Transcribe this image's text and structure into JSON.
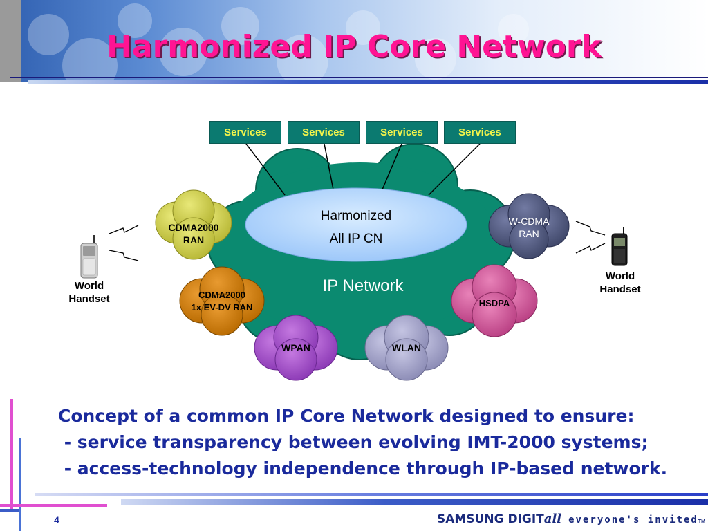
{
  "title": "Harmonized IP Core Network",
  "services": [
    "Services",
    "Services",
    "Services",
    "Services"
  ],
  "core": {
    "line1": "Harmonized",
    "line2": "All IP CN",
    "network": "IP Network"
  },
  "access_networks": {
    "cdma2000_ran": [
      "CDMA2000",
      "RAN"
    ],
    "cdma2000_evdv": [
      "CDMA2000",
      "1x EV-DV RAN"
    ],
    "wpan": "WPAN",
    "wlan": "WLAN",
    "hsdpa": "HSDPA",
    "wcdma_ran": [
      "W-CDMA",
      "RAN"
    ]
  },
  "handsets": {
    "left": [
      "World",
      "Handset"
    ],
    "right": [
      "World",
      "Handset"
    ]
  },
  "concept": {
    "line1": "Concept of a common IP Core Network designed to ensure:",
    "line2": " - service transparency between evolving IMT-2000 systems;",
    "line3": " - access-technology independence through IP-based network."
  },
  "footer": {
    "page_number": "4",
    "brand_name": "SAMSUNG DIGIT",
    "brand_suffix": "all",
    "tagline": "everyone's invited",
    "trademark": "TM"
  },
  "colors": {
    "title": "#ff1493",
    "ip_cloud": "#0b8a70",
    "core_ellipse": "#a8d0ff",
    "service_box": "#0b7a70",
    "service_text": "#f5f54a",
    "cdma_ran": "#c8c848",
    "cdma_evdv": "#cc7a10",
    "wpan": "#a050c8",
    "wlan": "#a0a0c8",
    "hsdpa": "#d0509a",
    "wcdma": "#505880",
    "concept_text": "#1a2a9c"
  }
}
